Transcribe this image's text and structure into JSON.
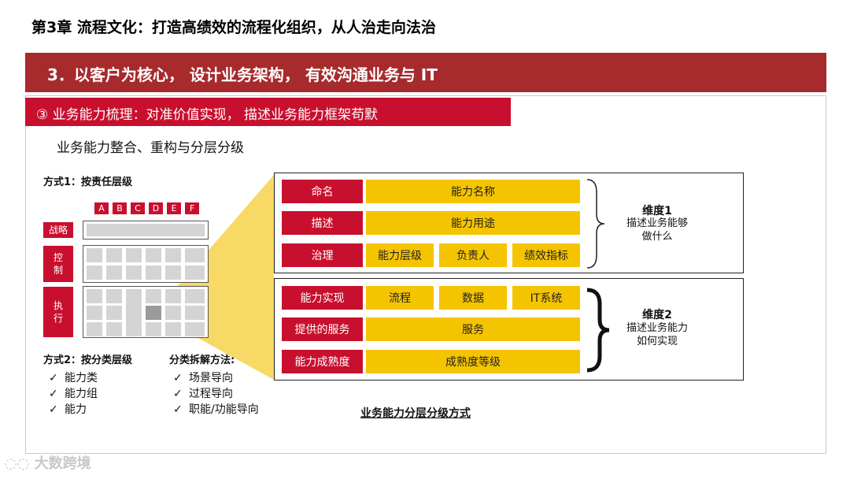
{
  "title": "第3章 流程文化：打造高绩效的流程化组织，从人治走向法治",
  "banner": "3．以客户为核心， 设计业务架构， 有效沟通业务与  IT",
  "subbanner": "③ 业务能力梳理：对准价值实现， 描述业务能力框架苟默",
  "heading": "业务能力整合、重构与分层分级",
  "method1": {
    "label": "方式1：按责任层级",
    "columns": [
      "A",
      "B",
      "C",
      "D",
      "E",
      "F"
    ],
    "rows": [
      "战略",
      "控制",
      "执行"
    ]
  },
  "method2": {
    "label": "方式2：按分类层级",
    "items": [
      "能力类",
      "能力组",
      "能力"
    ]
  },
  "method3": {
    "label": "分类拆解方法:",
    "items": [
      "场景导向",
      "过程导向",
      "职能/功能导向"
    ]
  },
  "check_glyph": "✓",
  "dimension1": {
    "rows": [
      {
        "label": "命名",
        "cells": [
          "能力名称"
        ]
      },
      {
        "label": "描述",
        "cells": [
          "能力用途"
        ]
      },
      {
        "label": "治理",
        "cells": [
          "能力层级",
          "负责人",
          "绩效指标"
        ]
      }
    ],
    "title": "维度1",
    "desc_line1": "描述业务能够",
    "desc_line2": "做什么"
  },
  "dimension2": {
    "rows": [
      {
        "label": "能力实现",
        "cells": [
          "流程",
          "数据",
          "IT系统"
        ]
      },
      {
        "label": "提供的服务",
        "cells": [
          "服务"
        ]
      },
      {
        "label": "能力成熟度",
        "cells": [
          "成熟度等级"
        ]
      }
    ],
    "title": "维度2",
    "desc_line1": "描述业务能力",
    "desc_line2": "如何实现"
  },
  "caption": "业务能力分层分级方式",
  "watermark": "大数跨境",
  "colors": {
    "banner": "#a72a2d",
    "accent_red": "#c8102e",
    "yellow": "#f5c400",
    "funnel": "#f7d24a"
  }
}
